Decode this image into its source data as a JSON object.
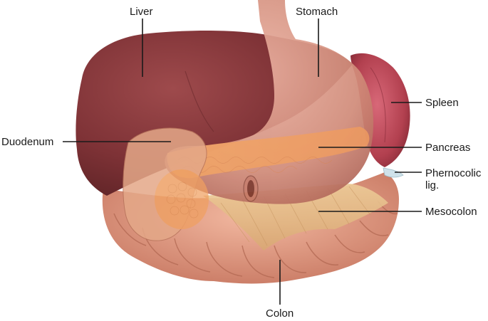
{
  "labels": {
    "liver": "Liver",
    "stomach": "Stomach",
    "spleen": "Spleen",
    "duodenum": "Duodenum",
    "pancreas": "Pancreas",
    "phrenocolic_line1": "Phernocolic",
    "phrenocolic_line2": "lig.",
    "mesocolon": "Mesocolon",
    "colon": "Colon"
  },
  "colors": {
    "liver": "#8a3a3d",
    "stomach": "#d9917f",
    "spleen": "#b8475a",
    "pancreas": "#f0a264",
    "colon": "#e39a80",
    "mesocolon": "#e6c08e",
    "leader_lines": "#1a1a1a"
  }
}
